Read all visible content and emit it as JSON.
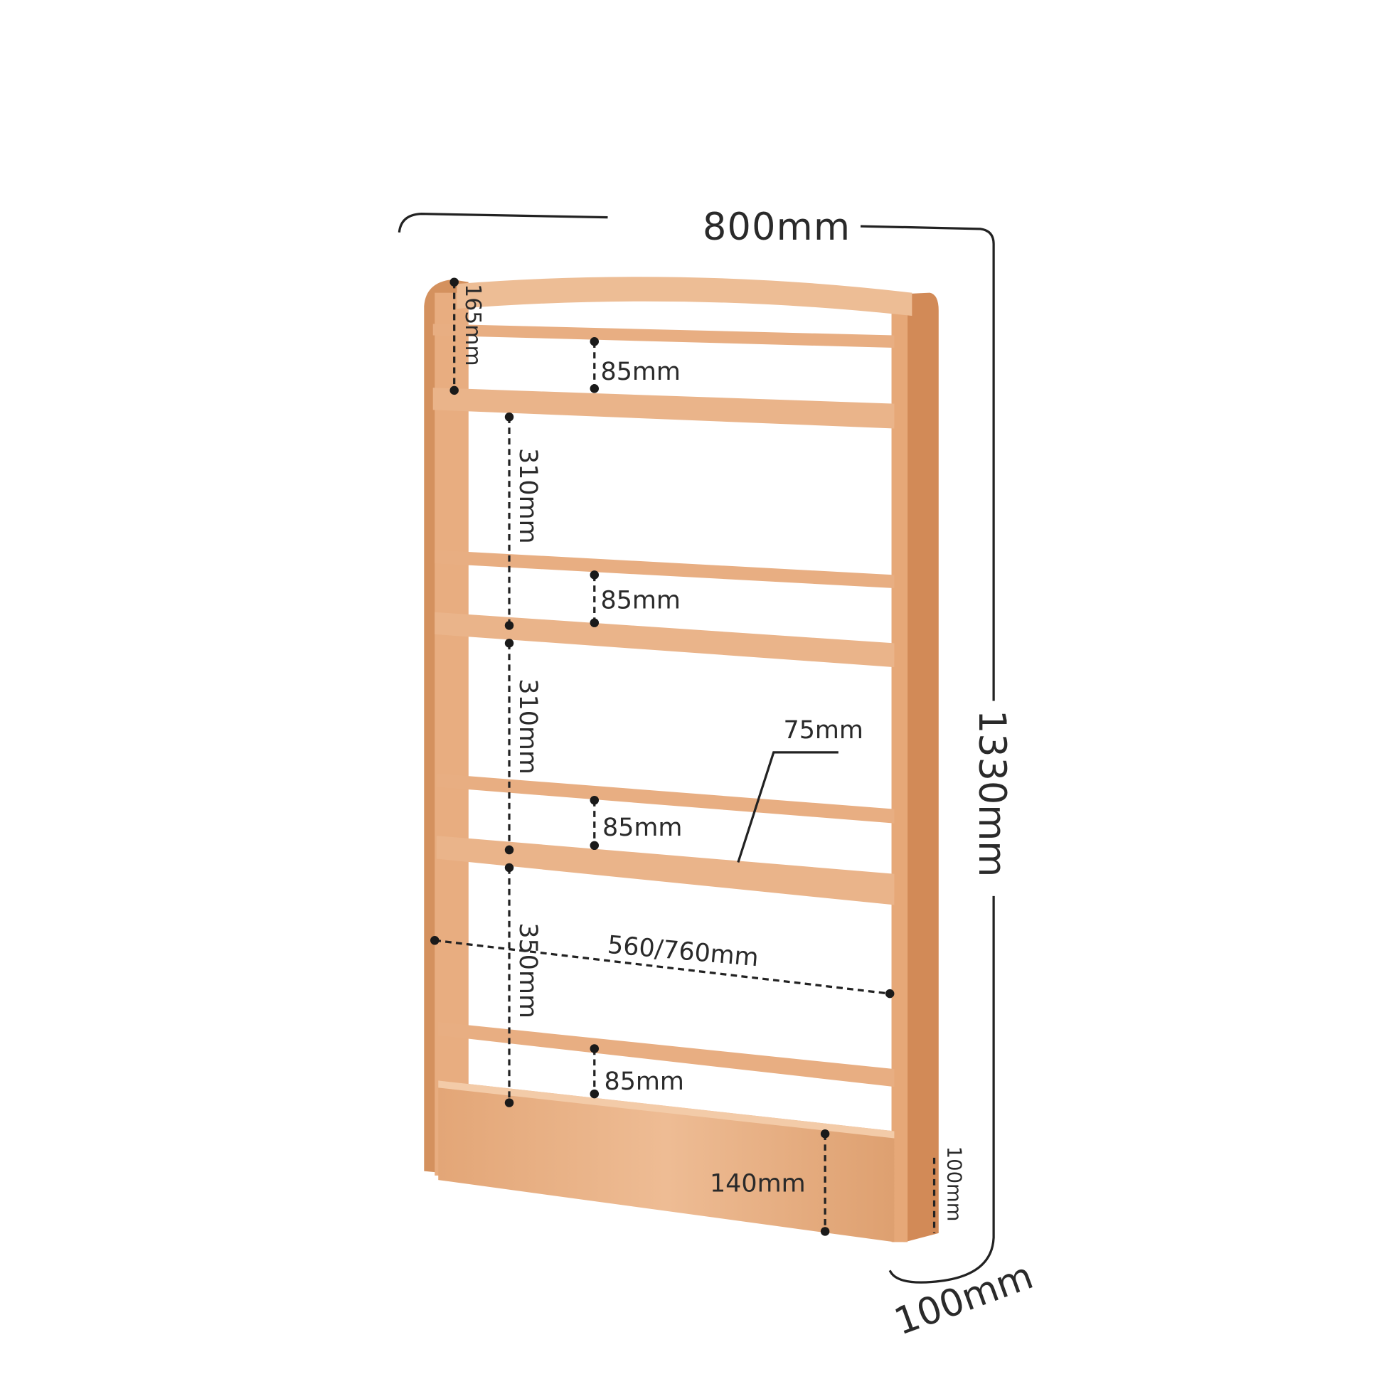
{
  "colors": {
    "wood_light": "#eab48a",
    "wood_mid": "#d99a68",
    "wood_dark": "#c27a4a",
    "dimension_line": "#222222"
  },
  "dimensions": {
    "width": "800mm",
    "height": "1330mm",
    "depth": "100mm",
    "top_gap": "165mm",
    "rail_gap": "85mm",
    "shelf_spacing_1": "310mm",
    "shelf_spacing_2": "310mm",
    "shelf_spacing_3": "350mm",
    "rail_height": "75mm",
    "inner_width": "560/760mm",
    "base_height": "140mm",
    "foot_height": "100mm"
  }
}
